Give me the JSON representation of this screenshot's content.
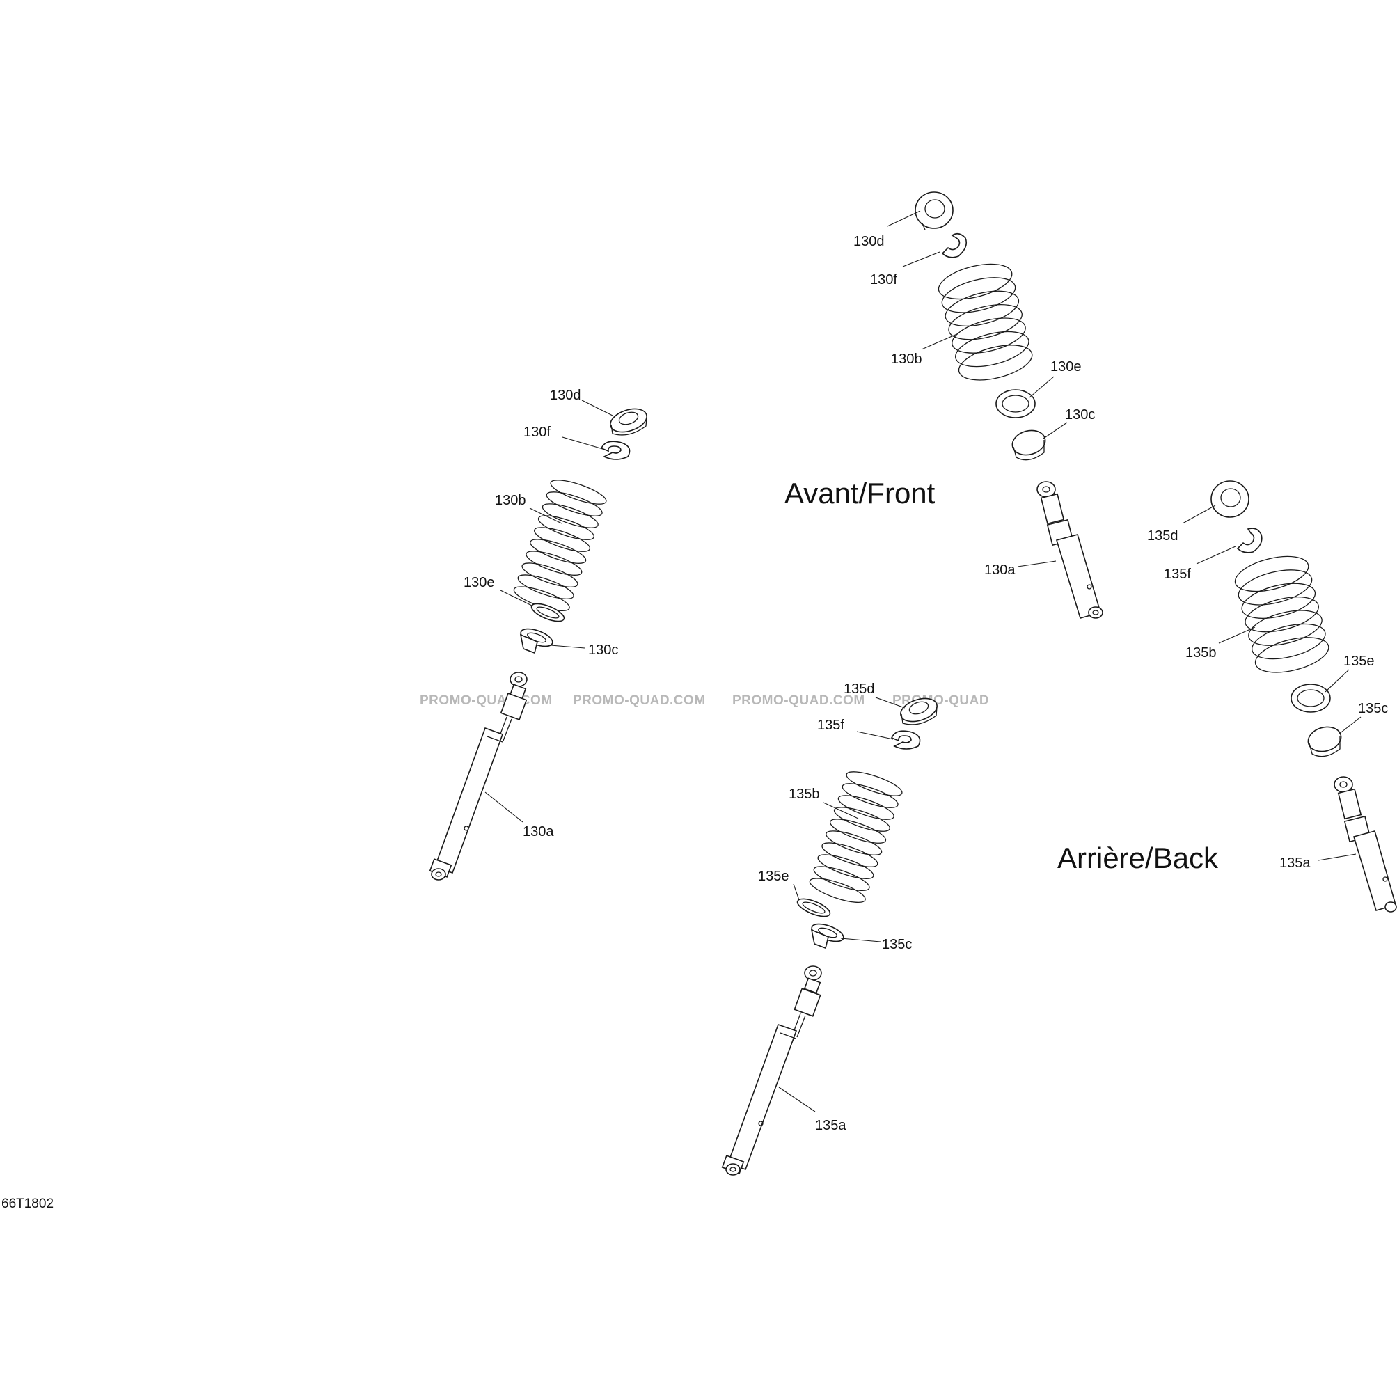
{
  "titles": {
    "front": "Avant/Front",
    "back": "Arrière/Back"
  },
  "drawing_id": "66T1802",
  "watermarks": [
    "PROMO-QUAD.COM",
    "PROMO-QUAD.COM",
    "PROMO-QUAD.COM",
    "PROMO-QUAD"
  ],
  "assemblies": {
    "left_front": {
      "callouts": {
        "d": "130d",
        "f": "130f",
        "b": "130b",
        "e": "130e",
        "c": "130c",
        "a": "130a"
      }
    },
    "top_front": {
      "callouts": {
        "d": "130d",
        "f": "130f",
        "b": "130b",
        "e": "130e",
        "c": "130c",
        "a": "130a"
      }
    },
    "mid_back": {
      "callouts": {
        "d": "135d",
        "f": "135f",
        "b": "135b",
        "e": "135e",
        "c": "135c",
        "a": "135a"
      }
    },
    "right_back": {
      "callouts": {
        "d": "135d",
        "f": "135f",
        "b": "135b",
        "e": "135e",
        "c": "135c",
        "a": "135a"
      }
    }
  }
}
